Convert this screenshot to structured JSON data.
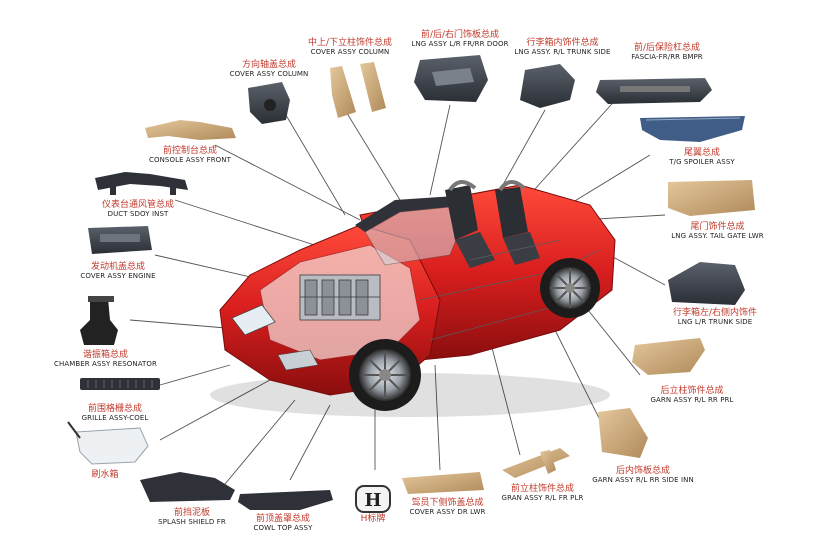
{
  "parts": [
    {
      "id": "cover-assy-column",
      "cn": "方向轴盖总成",
      "en": "COVER ASSY COLUMN"
    },
    {
      "id": "cover-assy-column-pillar",
      "cn": "中上/下立柱饰件总成",
      "en": "COVER ASSY COLUMN"
    },
    {
      "id": "lng-assy-door",
      "cn": "前/后/右门饰板总成",
      "en": "LNG ASSY L/R FR/RR DOOR"
    },
    {
      "id": "lng-assy-trunk-side",
      "cn": "行李箱内饰件总成",
      "en": "LNG ASSY. R/L TRUNK SIDE"
    },
    {
      "id": "fascia-fr-rr-bmpr",
      "cn": "前/后保险杠总成",
      "en": "FASCIA-FR/RR BMPR"
    },
    {
      "id": "console-assy-front",
      "cn": "前控制台总成",
      "en": "CONSOLE ASSY FRONT"
    },
    {
      "id": "tg-spoiler-assy",
      "cn": "尾翼总成",
      "en": "T/G SPOILER ASSY"
    },
    {
      "id": "duct-sdoy-inst",
      "cn": "仪表台通风管总成",
      "en": "DUCT SDOY INST"
    },
    {
      "id": "lng-assy-tail-gate",
      "cn": "尾门饰件总成",
      "en": "LNG ASSY. TAIL GATE LWR"
    },
    {
      "id": "cover-assy-engine",
      "cn": "发动机盖总成",
      "en": "COVER ASSY ENGINE"
    },
    {
      "id": "lng-lr-trunk-side",
      "cn": "行李箱左/右侧内饰件",
      "en": "LNG L/R TRUNK SIDE"
    },
    {
      "id": "chamber-assy-resonator",
      "cn": "谐振箱总成",
      "en": "CHAMBER ASSY RESONATOR"
    },
    {
      "id": "garn-assy-rr-prl",
      "cn": "后立柱饰件总成",
      "en": "GARN ASSY R/L RR PRL"
    },
    {
      "id": "grille-assy-coel",
      "cn": "前围格栅总成",
      "en": "GRILLE ASSY-COEL"
    },
    {
      "id": "washer-tank",
      "cn": "刷水箱",
      "en": ""
    },
    {
      "id": "garn-assy-rr-side-inn",
      "cn": "后内饰板总成",
      "en": "GARN ASSY R/L RR SIDE INN"
    },
    {
      "id": "gran-assy-fr-plr",
      "cn": "前立柱饰件总成",
      "en": "GRAN ASSY R/L FR PLR"
    },
    {
      "id": "splash-shield-fr",
      "cn": "前挡泥板",
      "en": "SPLASH SHIELD FR"
    },
    {
      "id": "cowl-top-assy",
      "cn": "前顶盖罩总成",
      "en": "COWL TOP ASSY"
    },
    {
      "id": "h-emblem",
      "cn": "H标牌",
      "en": ""
    },
    {
      "id": "cover-assy-dr-lwr",
      "cn": "驾员下侧饰盖总成",
      "en": "COVER ASSY DR LWR"
    }
  ],
  "logo": {
    "letter": "H"
  },
  "colors": {
    "label_cn": "#c0392b",
    "label_en": "#222222",
    "car_body": "#d81e1e",
    "part_tan": "#c9a77a",
    "part_dark": "#3a3f47",
    "line": "#555555"
  }
}
